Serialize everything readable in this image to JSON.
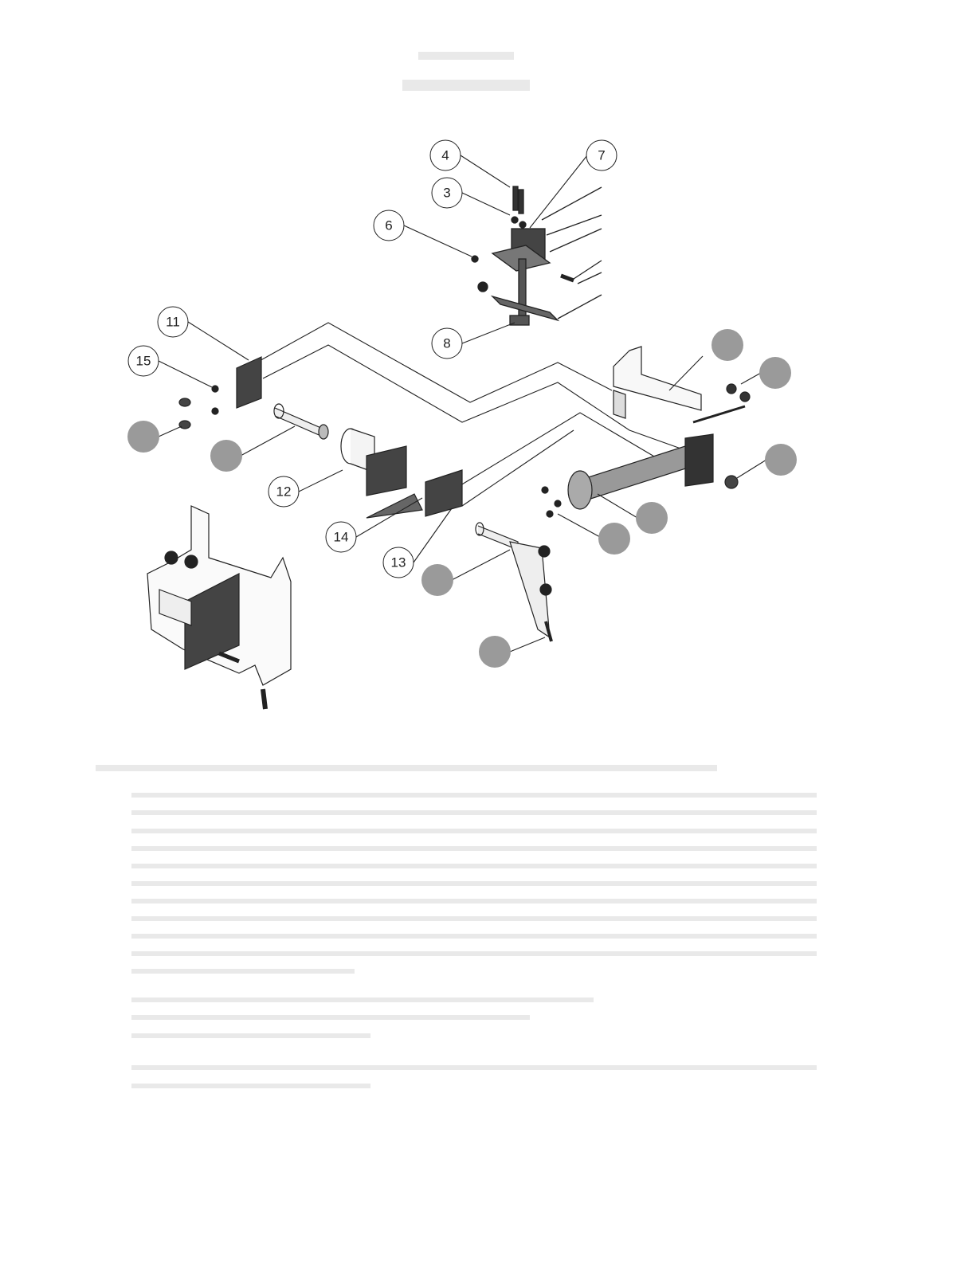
{
  "diagram": {
    "type": "exploded-assembly",
    "balloons": [
      {
        "label": "4"
      },
      {
        "label": "7"
      },
      {
        "label": "3"
      },
      {
        "label": "6"
      },
      {
        "label": "8"
      },
      {
        "label": "11"
      },
      {
        "label": "15"
      },
      {
        "label": "12"
      },
      {
        "label": "14"
      },
      {
        "label": "13"
      }
    ],
    "colors": {
      "line": "#222222",
      "part": "#333333",
      "filled_balloon": "#9a9a9a",
      "faint_text": "#e9e9e9"
    }
  }
}
